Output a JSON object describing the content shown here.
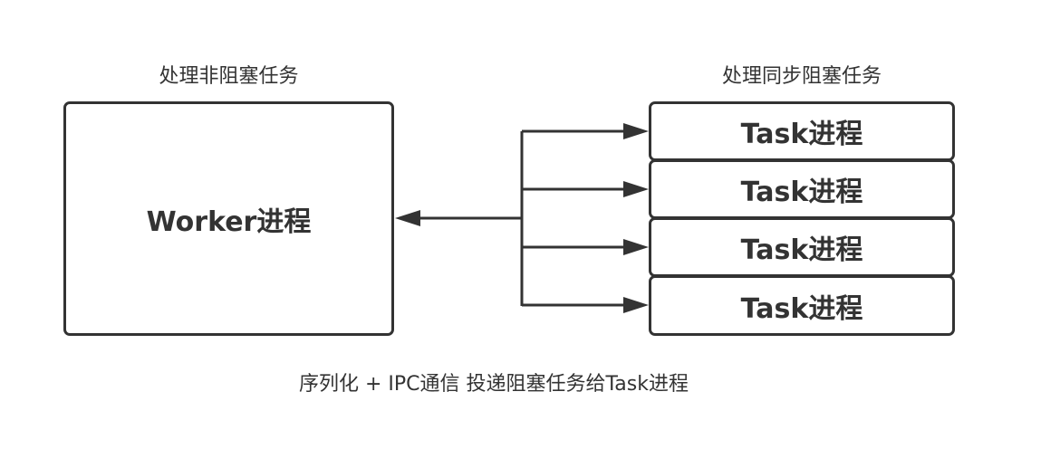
{
  "diagram": {
    "left_heading": "处理非阻塞任务",
    "right_heading": "处理同步阻塞任务",
    "worker": {
      "label": "Worker进程"
    },
    "tasks": [
      {
        "label": "Task进程"
      },
      {
        "label": "Task进程"
      },
      {
        "label": "Task进程"
      },
      {
        "label": "Task进程"
      }
    ],
    "caption": "序列化 + IPC通信 投递阻塞任务给Task进程",
    "colors": {
      "stroke": "#333333",
      "text": "#333333",
      "background": "#ffffff"
    }
  }
}
